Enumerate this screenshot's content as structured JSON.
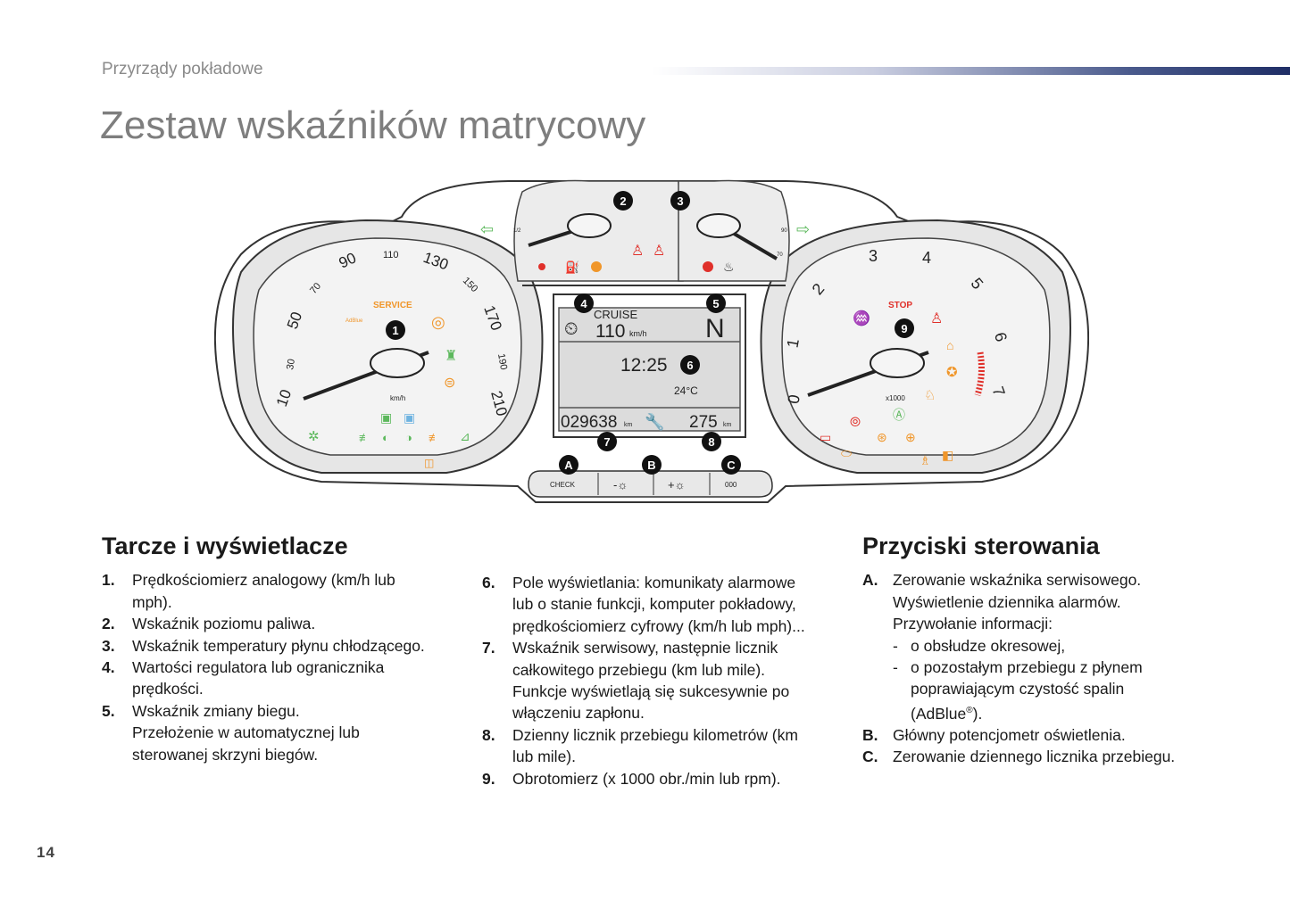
{
  "header": {
    "section": "Przyrządy pokładowe",
    "title": "Zestaw wskaźników matrycowy"
  },
  "figure": {
    "callouts": [
      "1",
      "2",
      "3",
      "4",
      "5",
      "6",
      "7",
      "8",
      "9",
      "A",
      "B",
      "C"
    ],
    "speedometer": {
      "scale": [
        "10",
        "30",
        "50",
        "70",
        "90",
        "110",
        "130",
        "150",
        "170",
        "190",
        "210"
      ],
      "unit": "km/h",
      "service_label": "SERVICE",
      "adblue_label": "AdBlue"
    },
    "tachometer": {
      "scale": [
        "0",
        "1",
        "2",
        "3",
        "4",
        "5",
        "6",
        "7"
      ],
      "unit": "x1000",
      "stop_label": "STOP"
    },
    "fuel_gauge": {
      "marks": [
        "1/2"
      ]
    },
    "temp_gauge": {
      "marks": [
        "90",
        "70"
      ]
    },
    "display": {
      "cruise": "CRUISE",
      "speed": "110",
      "speed_unit": "km/h",
      "gear": "N",
      "clock": "12:25",
      "temperature": "24°C",
      "odometer": "029638",
      "odometer_unit": "km",
      "trip": "275",
      "trip_unit": "km"
    },
    "buttons": {
      "check": "CHECK",
      "minus": "-☼",
      "plus": "+☼",
      "reset": "000"
    }
  },
  "left_column": {
    "heading": "Tarcze i wyświetlacze",
    "items": [
      {
        "num": "1.",
        "lines": [
          "Prędkościomierz analogowy (km/h lub",
          "mph)."
        ]
      },
      {
        "num": "2.",
        "lines": [
          "Wskaźnik poziomu paliwa."
        ]
      },
      {
        "num": "3.",
        "lines": [
          "Wskaźnik temperatury płynu chłodzącego."
        ]
      },
      {
        "num": "4.",
        "lines": [
          "Wartości regulatora lub ogranicznika",
          "prędkości."
        ]
      },
      {
        "num": "5.",
        "lines": [
          "Wskaźnik zmiany biegu.",
          "Przełożenie w automatycznej lub",
          "sterowanej skrzyni biegów."
        ]
      }
    ]
  },
  "middle_column": {
    "items": [
      {
        "num": "6.",
        "lines": [
          "Pole wyświetlania: komunikaty alarmowe",
          "lub o stanie funkcji, komputer pokładowy,",
          "prędkościomierz cyfrowy (km/h lub mph)..."
        ]
      },
      {
        "num": "7.",
        "lines": [
          "Wskaźnik serwisowy, następnie licznik",
          "całkowitego przebiegu (km lub mile).",
          "Funkcje wyświetlają się sukcesywnie po",
          "włączeniu zapłonu."
        ]
      },
      {
        "num": "8.",
        "lines": [
          "Dzienny licznik przebiegu kilometrów (km",
          "lub mile)."
        ]
      },
      {
        "num": "9.",
        "lines": [
          "Obrotomierz (x 1000 obr./min lub rpm)."
        ]
      }
    ]
  },
  "right_column": {
    "heading": "Przyciski sterowania",
    "item_a": {
      "num": "A.",
      "lines": [
        "Zerowanie wskaźnika serwisowego.",
        "Wyświetlenie dziennika alarmów.",
        "Przywołanie informacji:"
      ],
      "subitems": [
        {
          "dash": "-",
          "lines": [
            "o obsłudze okresowej,"
          ]
        },
        {
          "dash": "-",
          "lines": [
            "o pozostałym przebiegu z płynem",
            "poprawiającym czystość spalin",
            "(AdBlue"
          ],
          "sup": "®",
          "tail": ")."
        }
      ]
    },
    "item_b": {
      "num": "B.",
      "lines": [
        "Główny potencjometr oświetlenia."
      ]
    },
    "item_c": {
      "num": "C.",
      "lines": [
        "Zerowanie dziennego licznika przebiegu."
      ]
    }
  },
  "page_number": "14",
  "colors": {
    "header_bar_end": "#1f2e66",
    "title_gray": "#7e7e7e",
    "warning_orange": "#f0962a",
    "warning_red": "#e0302a",
    "indicator_green": "#5cb85c",
    "indicator_blue": "#6fb3e0"
  }
}
